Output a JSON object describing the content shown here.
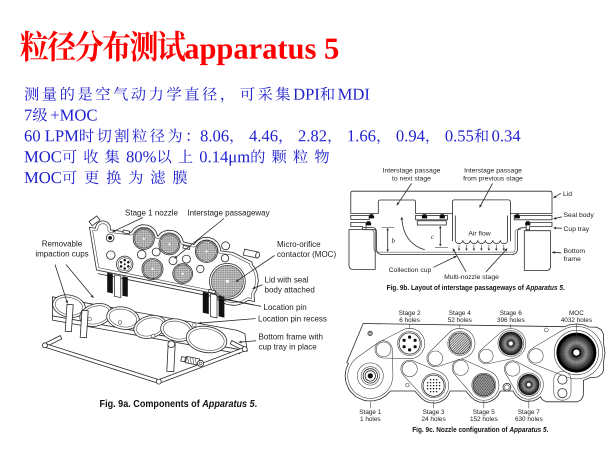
{
  "slide": {
    "title": "粒径分布测试apparatus 5",
    "body_lines": [
      "测量的是空气动力学直径，可采集DPI和MDI",
      "7级+MOC",
      "60 LPM时切割粒径为：8.06，4.46，2.82，1.66，0.94，0.55和0.34",
      "MOC可收集80%以上0.14μm的颗粒物",
      "MOC可更换为滤膜"
    ],
    "colors": {
      "title": "#fe0000",
      "body": "#2121cd",
      "figure_ink": "#1c1c1c"
    }
  },
  "fig9a": {
    "labels": {
      "stage1_nozzle": "Stage 1 nozzle",
      "interstage_passageway": "Interstage passageway",
      "removable_line1": "Removable",
      "removable_line2": "impaction cups",
      "moc_line1": "Micro-orifice",
      "moc_line2": "contactor (MOC)",
      "lid_line1": "Lid with seal",
      "lid_line2": "body attached",
      "location_pin": "Location pin",
      "location_pin_recess": "Location pin recess",
      "bottom_frame_line1": "Bottom frame with",
      "bottom_frame_line2": "cup tray in place"
    },
    "caption": {
      "prefix": "Fig. 9a. Components of ",
      "italic": "Apparatus 5",
      "suffix": "."
    }
  },
  "fig9b": {
    "labels": {
      "passage_next_line1": "Interstage passage",
      "passage_next_line2": "to next stage",
      "passage_prev_line1": "Interstage passage",
      "passage_prev_line2": "from previous stage",
      "lid": "Lid",
      "seal_body": "Seal body",
      "cup_tray": "Cup tray",
      "bottom_frame_line1": "Bottom",
      "bottom_frame_line2": "frame",
      "air_flow": "Air flow",
      "dim_b": "b",
      "dim_c": "c",
      "collection_cup": "Collection cup",
      "multi_nozzle_stage": "Multi-nozzle stage"
    },
    "caption": {
      "prefix": "Fig. 9b. Layout of interstage passageways of ",
      "italic": "Apparatus 5",
      "suffix": "."
    }
  },
  "fig9c": {
    "stages_top": [
      {
        "name": "Stage 2",
        "holes": "6 holes"
      },
      {
        "name": "Stage 4",
        "holes": "52 holes"
      },
      {
        "name": "Stage 6",
        "holes": "396 holes"
      },
      {
        "name": "MOC",
        "holes": "4032 holes"
      }
    ],
    "stages_bottom": [
      {
        "name": "Stage 1",
        "holes": "1 holes"
      },
      {
        "name": "Stage 3",
        "holes": "24 holes"
      },
      {
        "name": "Stage 5",
        "holes": "152 holes"
      },
      {
        "name": "Stage 7",
        "holes": "630 holes"
      }
    ],
    "caption": {
      "prefix": "Fig. 9c. Nozzle configuration of ",
      "italic": "Apparatus 5",
      "suffix": "."
    }
  }
}
